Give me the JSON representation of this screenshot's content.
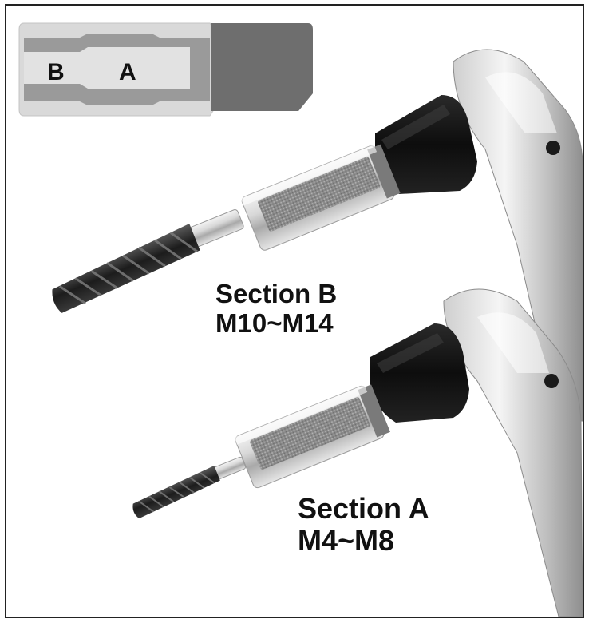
{
  "diagram": {
    "section_b_letter": "B",
    "section_a_letter": "A",
    "colors": {
      "outer_section": "#d9d9d9",
      "inner_section": "#9a9a9a",
      "shank": "#6e6e6e",
      "letters": "#111111"
    }
  },
  "photo_top": {
    "title": "Section B",
    "range": "M10~M14",
    "icons": [
      "tap-bit",
      "hex-adapter",
      "ratchet-wrench"
    ]
  },
  "photo_bottom": {
    "title": "Section A",
    "range": "M4~M8",
    "icons": [
      "tap-bit",
      "hex-adapter",
      "ratchet-wrench"
    ]
  }
}
